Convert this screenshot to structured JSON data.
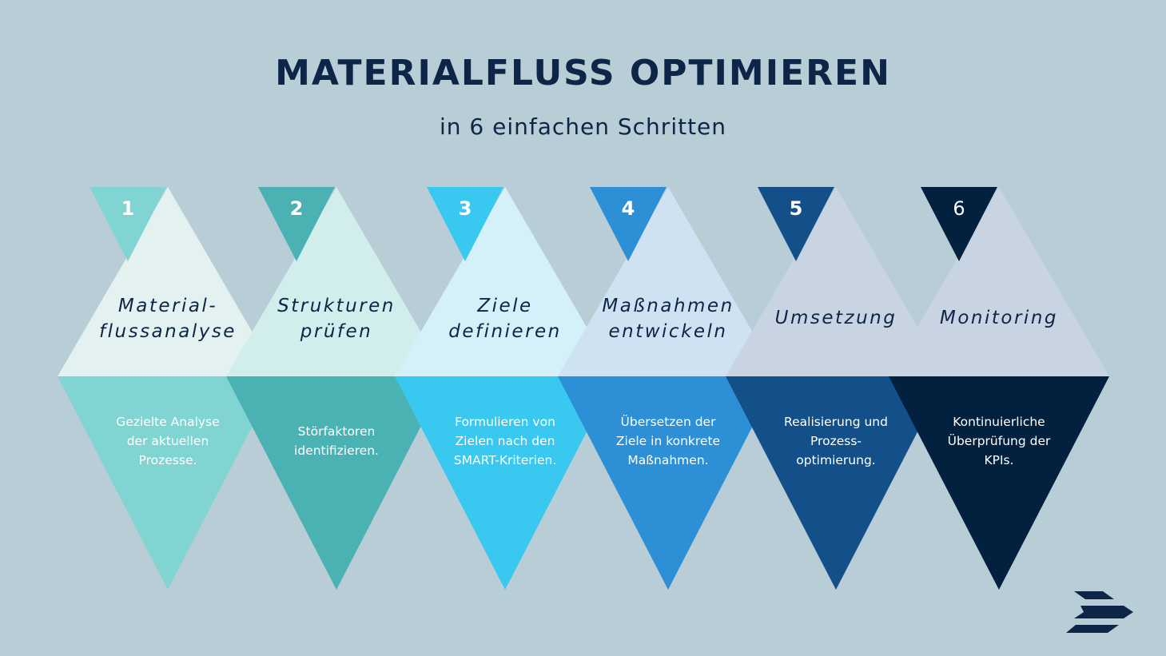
{
  "header": {
    "title": "MATERIALFLUSS OPTIMIEREN",
    "subtitle": "in 6 einfachen Schritten"
  },
  "steps": [
    {
      "number": "1",
      "title": "Material-\nflussanalyse",
      "description": "Gezielte Analyse\nder aktuellen\nProzesse.",
      "tab_color": "#80d4d2",
      "upper_color": "#e3f2f1",
      "lower_color": "#80d4d2"
    },
    {
      "number": "2",
      "title": "Strukturen\nprüfen",
      "description": "Störfaktoren\nidentifizieren.",
      "tab_color": "#4bb2b4",
      "upper_color": "#d2eeec",
      "lower_color": "#4bb2b4"
    },
    {
      "number": "3",
      "title": "Ziele\ndefinieren",
      "description": "Formulieren von\nZielen nach den\nSMART-Kriterien.",
      "tab_color": "#39c8f0",
      "upper_color": "#d4f0f9",
      "lower_color": "#39c8f0"
    },
    {
      "number": "4",
      "title": "Maßnahmen\nentwickeln",
      "description": "Übersetzen der\nZiele in konkrete\nMaßnahmen.",
      "tab_color": "#2d90d6",
      "upper_color": "#cfe2f1",
      "lower_color": "#2d90d6"
    },
    {
      "number": "5",
      "title": "Umsetzung",
      "description": "Realisierung und\nProzess-\noptimierung.",
      "tab_color": "#13508a",
      "upper_color": "#c8d4e2",
      "lower_color": "#13508a"
    },
    {
      "number": "6",
      "title": "Monitoring",
      "description": "Kontinuierliche\nÜberprüfung der\nKPIs.",
      "tab_color": "#02213f",
      "upper_color": "#c8d4e2",
      "lower_color": "#02213f"
    }
  ],
  "logo": {
    "icon": "stripes-logo-icon",
    "color": "#0d2547"
  }
}
